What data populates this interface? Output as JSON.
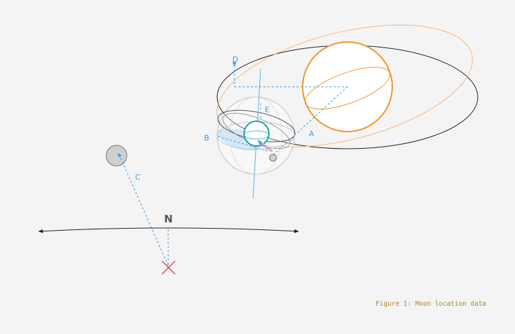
{
  "labels": {
    "A": "A",
    "B": "B",
    "C": "C",
    "D": "D",
    "E": "E",
    "north": "N"
  },
  "caption": "Figure 1: Moon location data",
  "colors": {
    "background": "#f4f4f4",
    "sun": "#f0962a",
    "sun_orbit": "#f5b67a",
    "earth": "#1aa6a6",
    "guide_lines": "#3a9be0",
    "observer_mark": "#e0364a",
    "horizon": "#222222",
    "moon_fill": "#cfcfcf"
  }
}
